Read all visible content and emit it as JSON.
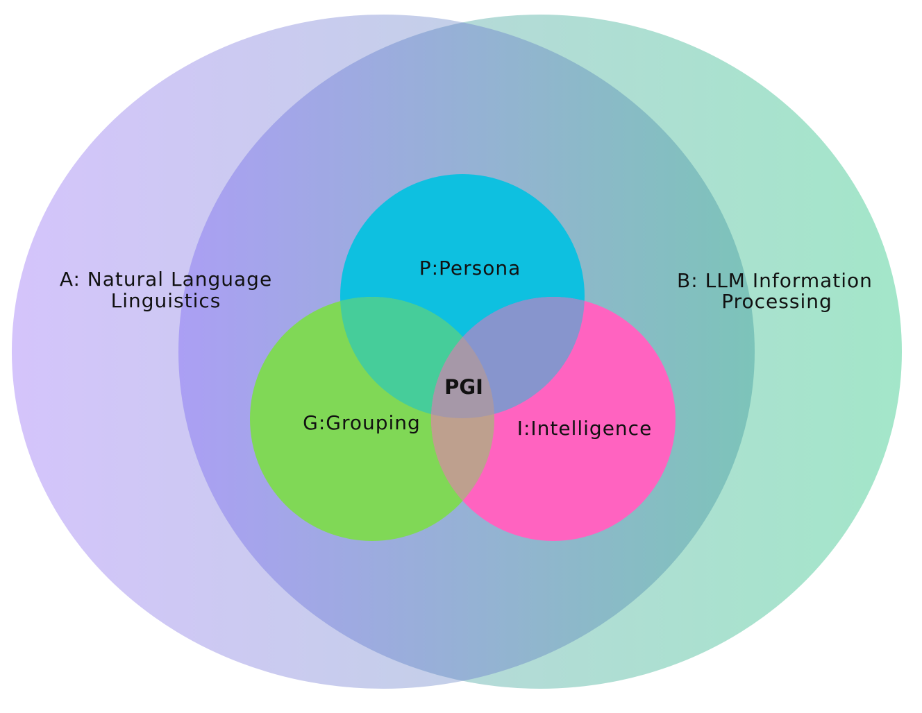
{
  "diagram": {
    "set_a": {
      "line1": "A: Natural Language",
      "line2": "Linguistics"
    },
    "set_b": {
      "line1": "B: LLM Information",
      "line2": "Processing"
    },
    "set_p": {
      "label": "P:Persona",
      "color": "#0ec0e0"
    },
    "set_g": {
      "label": "G:Grouping",
      "color": "#80d856"
    },
    "set_i": {
      "label": "I:Intelligence",
      "color": "#ff63c0"
    },
    "center": {
      "label": "PGI"
    },
    "colors": {
      "purple": "#cdc0f8",
      "green": "#a3e6c8",
      "mid_purple": "#aa9df3",
      "mid_green": "#6fcbab",
      "pg_overlap": "#46cd9a",
      "pi_overlap": "#8795cd",
      "gi_overlap": "#bea08e",
      "pgi_overlap": "#a698a8"
    }
  }
}
